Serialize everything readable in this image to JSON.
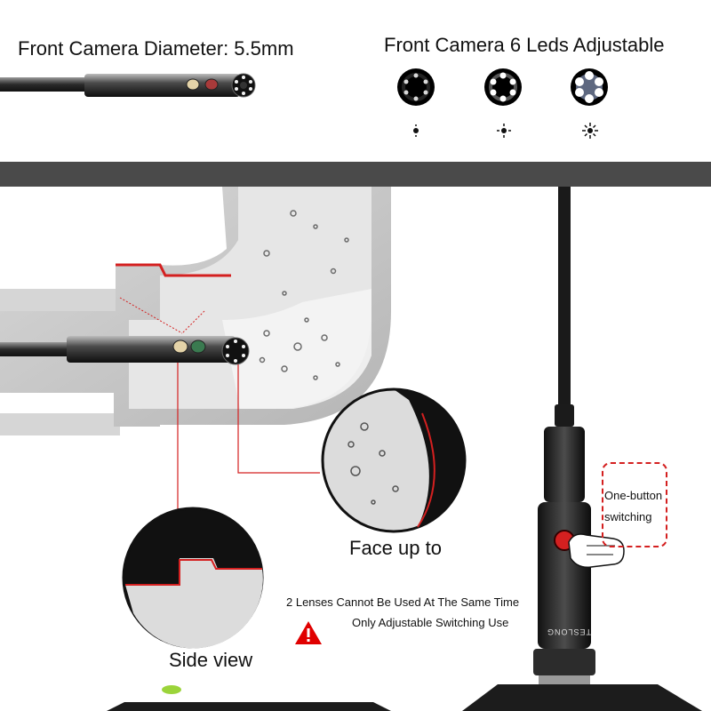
{
  "header": {
    "diameter_caption": "Front Camera Diameter: 5.5mm",
    "leds_caption": "Front Camera 6 Leds Adjustable"
  },
  "led_levels": [
    {
      "level": "low",
      "icon": "sun-dim-icon"
    },
    {
      "level": "medium",
      "icon": "sun-medium-icon"
    },
    {
      "level": "high",
      "icon": "sun-bright-icon"
    }
  ],
  "callouts": {
    "face_up": "Face up to",
    "side_view": "Side view",
    "switch_line1": "One-button",
    "switch_line2": "switching"
  },
  "warning": {
    "line1": "2 Lenses Cannot Be Used At The Same Time",
    "line2": "Only Adjustable Switching Use",
    "icon": "warning-triangle-icon"
  },
  "device": {
    "brand": "TESLONG"
  },
  "colors": {
    "accent_red": "#d42020",
    "pipe_gray": "#c9c9c9",
    "band_dark": "#4a4a4a",
    "led_button_green": "#9bd43a"
  }
}
